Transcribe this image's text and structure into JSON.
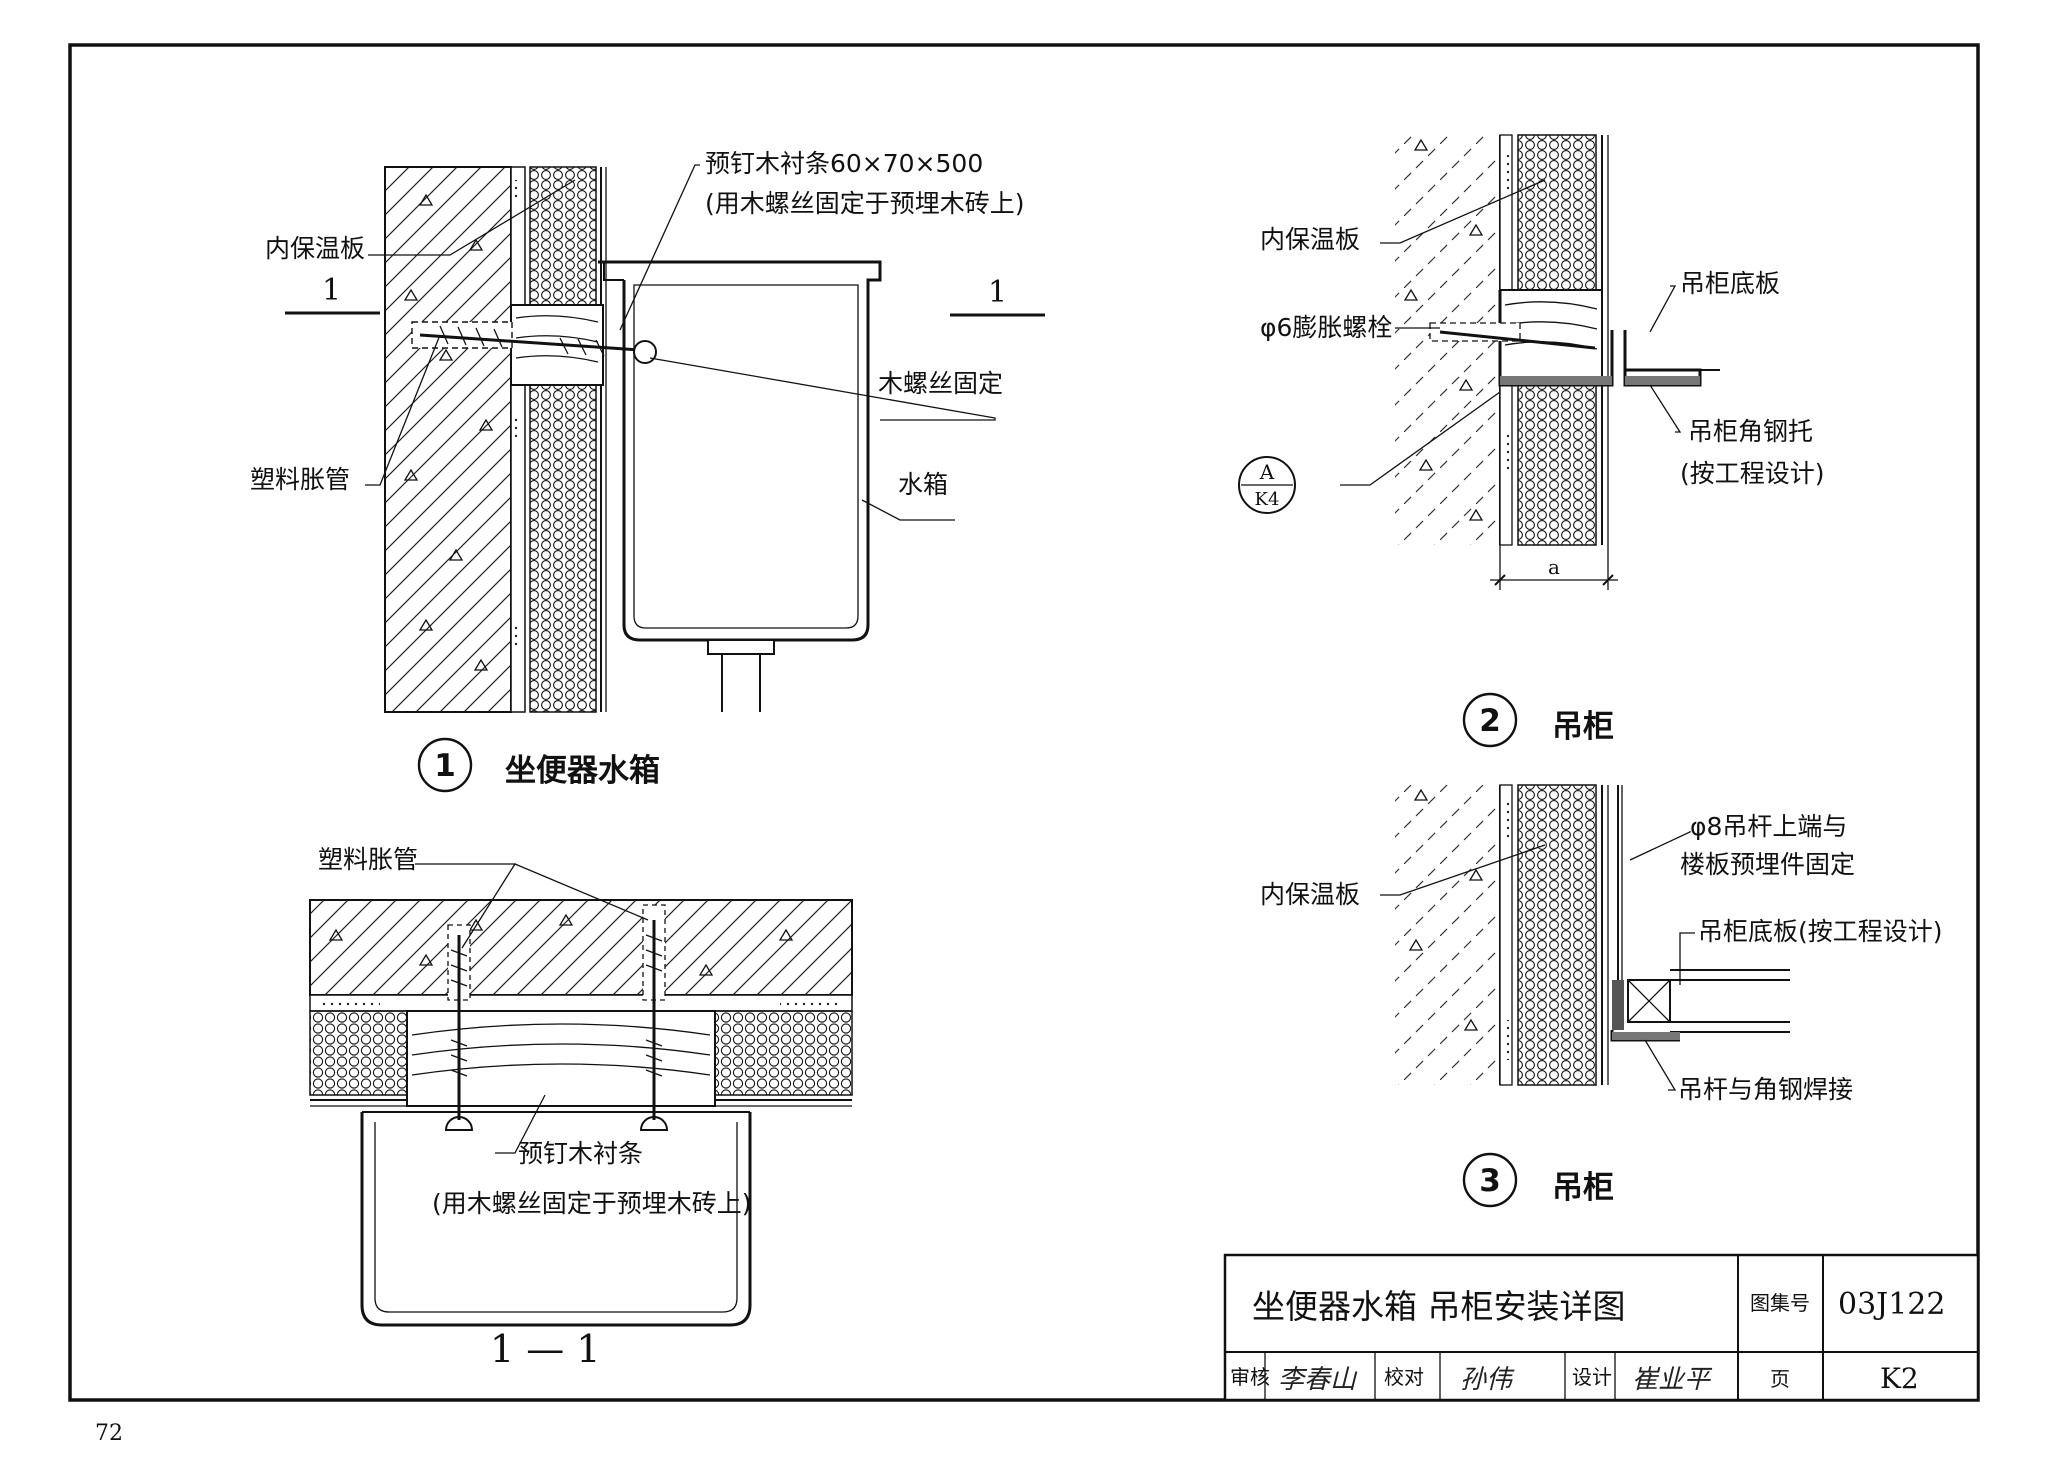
{
  "page_number": "72",
  "detail1": {
    "number": "1",
    "title": "坐便器水箱",
    "labels": {
      "insulation_board": "内保温板",
      "wood_strip": "预钉木衬条60×70×500",
      "wood_strip_note": "(用木螺丝固定于预埋木砖上)",
      "wood_screw": "木螺丝固定",
      "plastic_sleeve": "塑料胀管",
      "water_tank": "水箱",
      "section_mark": "1"
    }
  },
  "section11": {
    "title": "1 — 1",
    "labels": {
      "plastic_sleeve": "塑料胀管",
      "wood_strip": "预钉木衬条",
      "wood_strip_note": "(用木螺丝固定于预埋木砖上)"
    }
  },
  "detail2": {
    "number": "2",
    "title": "吊柜",
    "labels": {
      "insulation_board": "内保温板",
      "bottom_board": "吊柜底板",
      "expansion_bolt": "φ6膨胀螺栓",
      "angle_bracket": "吊柜角钢托",
      "angle_note": "(按工程设计)",
      "ref_top": "A",
      "ref_bottom": "K4",
      "dim": "a"
    }
  },
  "detail3": {
    "number": "3",
    "title": "吊柜",
    "labels": {
      "insulation_board": "内保温板",
      "rod_top": "φ8吊杆上端与",
      "rod_top2": "楼板预埋件固定",
      "bottom_board": "吊柜底板(按工程设计)",
      "rod_weld": "吊杆与角钢焊接"
    }
  },
  "title_block": {
    "title": "坐便器水箱   吊柜安装详图",
    "atlas_label": "图集号",
    "atlas_no": "03J122",
    "review_label": "审核",
    "reviewer_sig": "李春山",
    "check_label": "校对",
    "checker_sig": "孙伟",
    "design_label": "设计",
    "designer_sig": "崔业平",
    "page_label": "页",
    "page_no": "K2"
  }
}
